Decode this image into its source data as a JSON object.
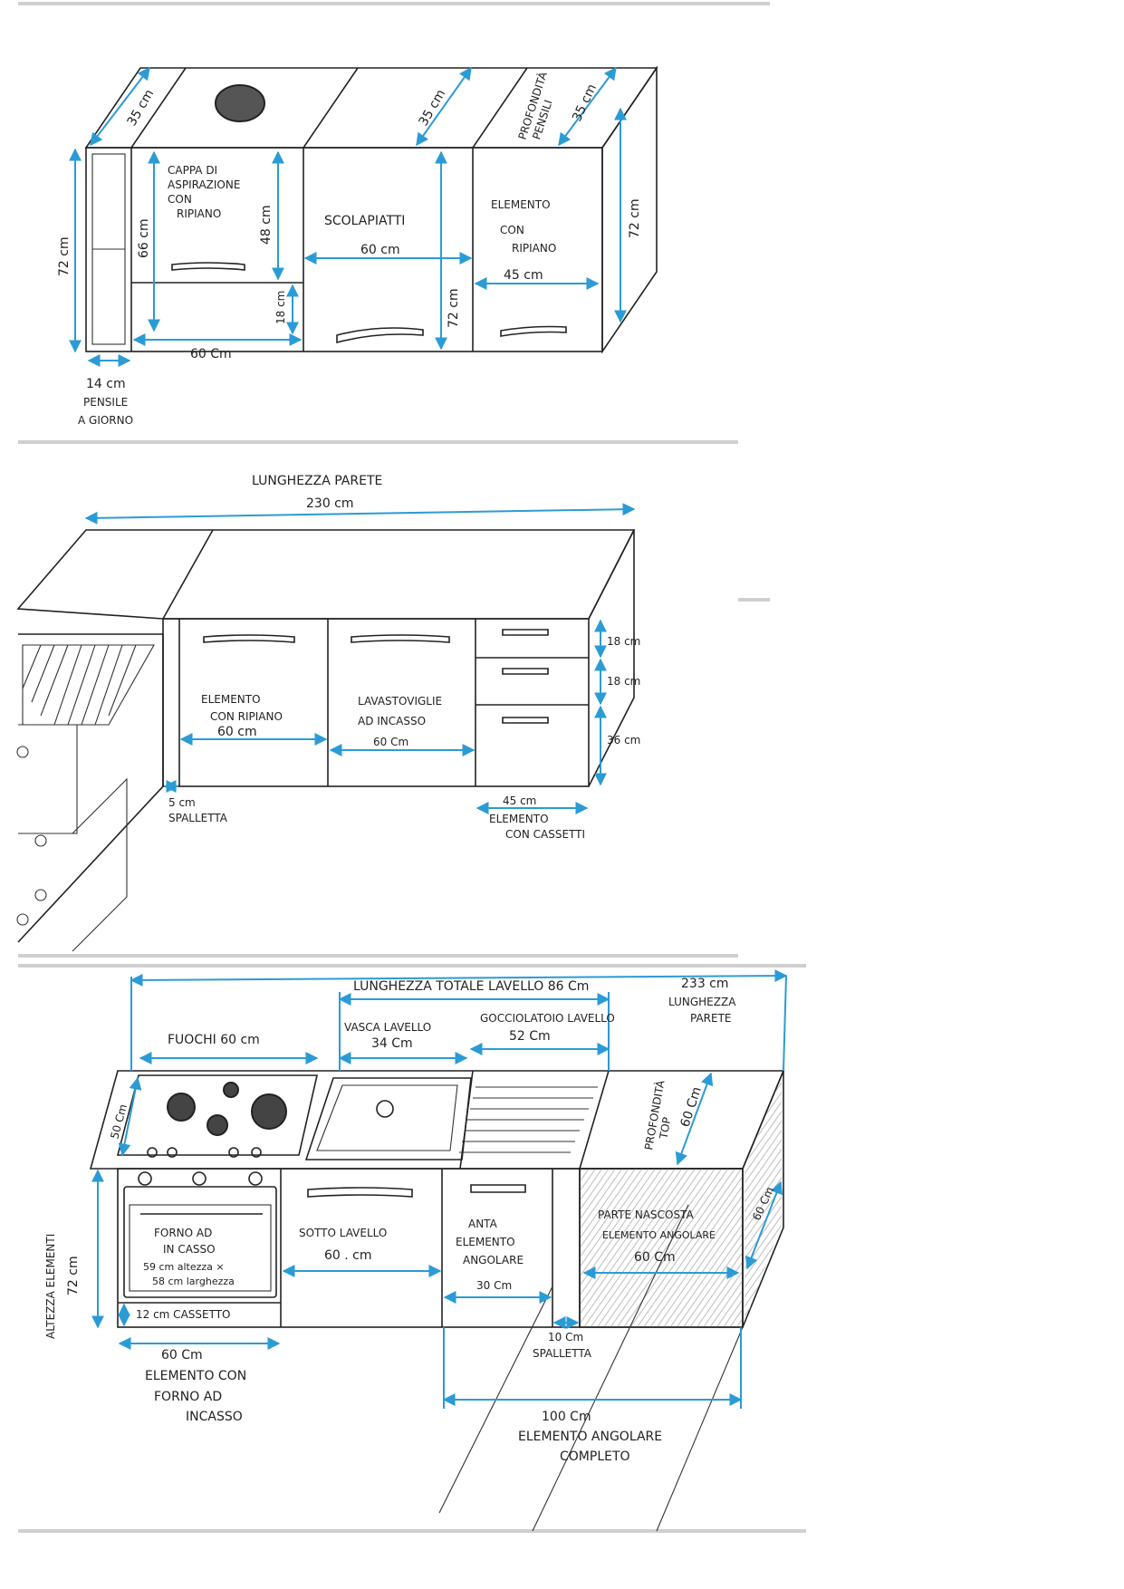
{
  "colors": {
    "ink": "#222222",
    "dimension": "#2b9bd6",
    "frame": "#cfcfcf",
    "paper": "#ffffff",
    "hatch": "#bdbdbd"
  },
  "upper": {
    "depth_left": "35 cm",
    "depth_mid": "35 cm",
    "depth_right_title": [
      "PROFONDITÀ",
      "PENSILI"
    ],
    "depth_right_value": "35 cm",
    "height_left": "72 cm",
    "height_right": "72 cm",
    "height_inner": "66 cm",
    "hood_title": [
      "CAPPA DI",
      "ASPIRAZIONE",
      "CON",
      "RIPIANO"
    ],
    "hood_height": "48 cm",
    "hood_low": "18 cm",
    "hood_width": "60 Cm",
    "rack_title": "SCOLAPIATTI",
    "rack_width": "60 cm",
    "rack_height": "72 cm",
    "shelf_title": [
      "ELEMENTO",
      "CON",
      "RIPIANO"
    ],
    "shelf_width": "45 cm",
    "open_width": "14 cm",
    "open_title": [
      "PENSILE",
      "A GIORNO"
    ]
  },
  "base": {
    "wall_title": "LUNGHEZZA PARETE",
    "wall_value": "230 cm",
    "shelf_title": [
      "ELEMENTO",
      "CON RIPIANO"
    ],
    "shelf_width": "60 cm",
    "dishwasher_title": [
      "LAVASTOVIGLIE",
      "AD INCASSO"
    ],
    "dishwasher_width": "60 Cm",
    "drawer1": "18 cm",
    "drawer2": "18 cm",
    "drawer3": "36 cm",
    "drawers_width": "45 cm",
    "drawers_title": [
      "ELEMENTO",
      "CON CASSETTI"
    ],
    "spall_value": "5 cm",
    "spall_title": "SPALLETTA"
  },
  "corner": {
    "sink_total": "LUNGHEZZA TOTALE LAVELLO 86 Cm",
    "wall_value": "233 cm",
    "wall_title": [
      "LUNGHEZZA",
      "PARETE"
    ],
    "burners": "FUOCHI  60 cm",
    "basin_title": "VASCA LAVELLO",
    "basin_value": "34 Cm",
    "drainer_title": "GOCCIOLATOIO LAVELLO",
    "drainer_value": "52 Cm",
    "worktop_depth": "50 Cm",
    "top_depth_title": [
      "PROFONDITÀ",
      "TOP"
    ],
    "top_depth_value": "60 Cm",
    "side_depth": "60 Cm",
    "height_title": "ALTEZZA ELEMENTI",
    "height_value": "72 cm",
    "oven_title": [
      "FORNO AD",
      "IN CASSO"
    ],
    "oven_dims": [
      "59 cm altezza ×",
      "58 cm larghezza"
    ],
    "oven_drawer": "12 cm CASSETTO",
    "under_sink_title": "SOTTO LAVELLO",
    "under_sink_value": "60 . cm",
    "corner_door": [
      "ANTA",
      "ELEMENTO",
      "ANGOLARE"
    ],
    "corner_door_value": "30 Cm",
    "hidden_title": [
      "PARTE NASCOSTA",
      "ELEMENTO ANGOLARE"
    ],
    "hidden_value": "60 Cm",
    "spall_value": "10 Cm",
    "spall_title": "SPALLETTA",
    "oven_elem_value": "60 Cm",
    "oven_elem_title": [
      "ELEMENTO CON",
      "FORNO AD",
      "INCASSO"
    ],
    "corner_total_value": "100 Cm",
    "corner_total_title": [
      "ELEMENTO ANGOLARE",
      "COMPLETO"
    ]
  }
}
